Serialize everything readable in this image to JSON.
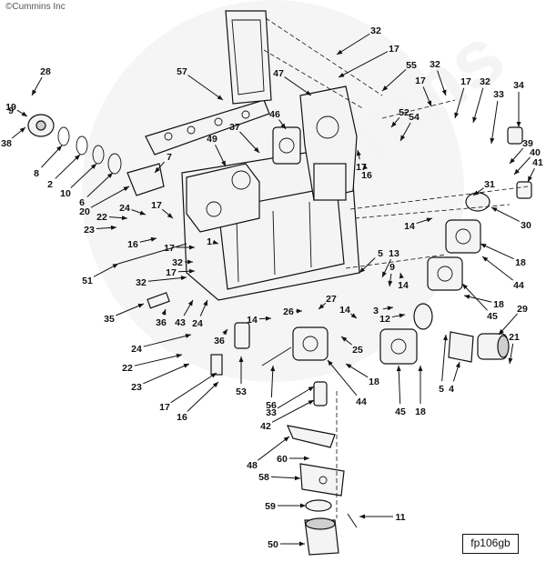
{
  "diagram": {
    "copyright": "©Cummins Inc",
    "figure_code": "fp106gb",
    "callout_labels": {
      "c28": "28",
      "c19": "19",
      "c9": "9",
      "c38": "38",
      "c8": "8",
      "c2": "2",
      "c10": "10",
      "c6": "6",
      "c7": "7",
      "c20": "20",
      "c17a": "17",
      "c22a": "22",
      "c23a": "23",
      "c24a": "24",
      "c16a": "16",
      "c17b": "17",
      "c32a": "32",
      "c17c": "17",
      "c32b": "32",
      "c51": "51",
      "c35": "35",
      "c36a": "36",
      "c43": "43",
      "c24b": "24",
      "c24c": "24",
      "c22b": "22",
      "c23b": "23",
      "c36b": "36",
      "c17d": "17",
      "c16b": "16",
      "c53": "53",
      "c56": "56",
      "c57": "57",
      "c49": "49",
      "c37": "37",
      "c46": "46",
      "c47": "47",
      "c32c": "32",
      "c17e": "17",
      "c55": "55",
      "c52": "52",
      "c54": "54",
      "c17f": "17",
      "c16c": "16",
      "c32d": "32",
      "c17g": "17",
      "c17h": "17",
      "c32e": "32",
      "c33a": "33",
      "c34": "34",
      "c39": "39",
      "c40": "40",
      "c41": "41",
      "c31": "31",
      "c30": "30",
      "c14a": "14",
      "c18a": "18",
      "c44a": "44",
      "c5a": "5",
      "c13": "13",
      "c9b": "9",
      "c14b": "14",
      "c18b": "18",
      "c45a": "45",
      "c27": "27",
      "c26": "26",
      "c14c": "14",
      "c14d": "14",
      "c3": "3",
      "c12": "12",
      "c1": "1",
      "c29": "29",
      "c21": "21",
      "c25": "25",
      "c18c": "18",
      "c44b": "44",
      "c45b": "45",
      "c18d": "18",
      "c5b": "5",
      "c4": "4",
      "c33b": "33",
      "c42": "42",
      "c48": "48",
      "c60": "60",
      "c58": "58",
      "c59": "59",
      "c11": "11",
      "c50": "50"
    }
  }
}
